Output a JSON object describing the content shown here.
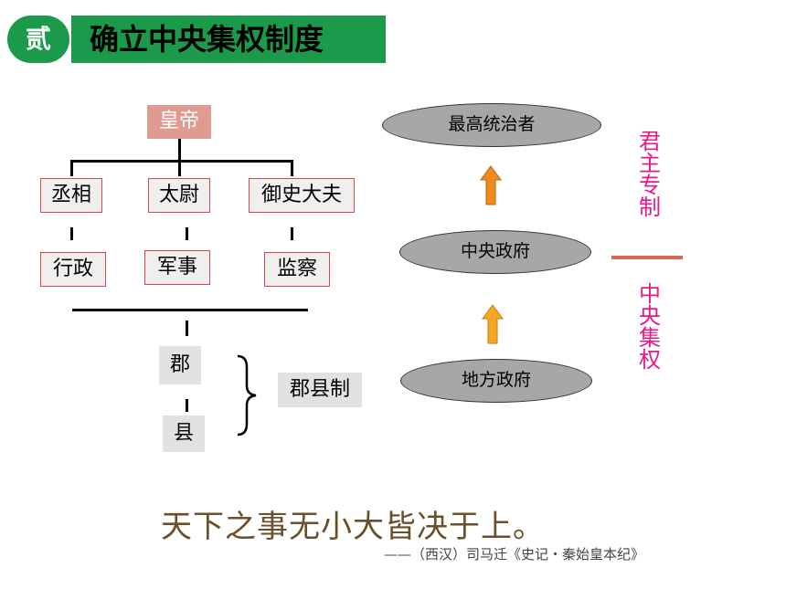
{
  "header": {
    "badge": "贰",
    "title": "确立中央集权制度"
  },
  "hierarchy": {
    "emperor": "皇帝",
    "officials": [
      {
        "title": "丞相",
        "duty": "行政"
      },
      {
        "title": "太尉",
        "duty": "军事"
      },
      {
        "title": "御史大夫",
        "duty": "监察"
      }
    ]
  },
  "local": {
    "commandery": "郡",
    "county": "县",
    "system": "郡县制"
  },
  "power_chain": {
    "top": "最高统治者",
    "middle": "中央政府",
    "bottom": "地方政府"
  },
  "labels": {
    "autocracy": [
      "君",
      "主",
      "专",
      "制"
    ],
    "centralization": [
      "中",
      "央",
      "集",
      "权"
    ]
  },
  "quote": {
    "text": "天下之事无小大皆决于上。",
    "source": "——（西汉）司马迁《史记・秦始皇本纪》"
  },
  "colors": {
    "green": "#1a9a4a",
    "pink": "#e8198b",
    "arrow": "#f08a1c",
    "divider": "#d86a55"
  }
}
